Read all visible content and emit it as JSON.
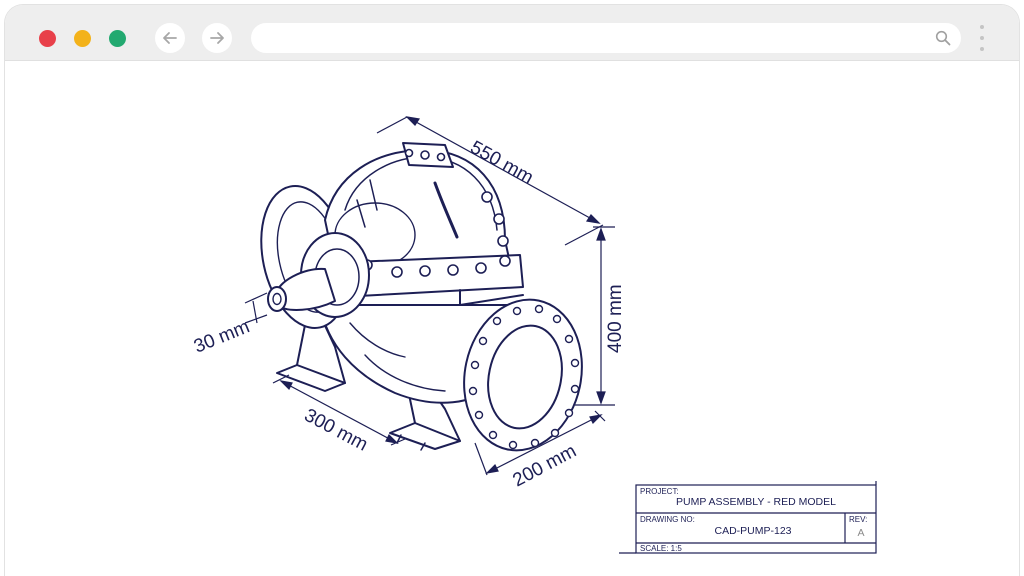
{
  "browser": {
    "colors": {
      "close": "#e8404a",
      "minimize": "#f3b21a",
      "maximize": "#22a970"
    },
    "icons": [
      "back-arrow-icon",
      "forward-arrow-icon",
      "search-icon",
      "kebab-menu-icon"
    ]
  },
  "drawing": {
    "dimensions": {
      "length": "550 mm",
      "height": "400 mm",
      "shaft": "30 mm",
      "base": "300 mm",
      "flange": "200 mm"
    },
    "title_block": {
      "project_label": "PROJECT:",
      "project": "PUMP ASSEMBLY - RED MODEL",
      "drawing_no_label": "DRAWING NO:",
      "drawing_no": "CAD-PUMP-123",
      "rev_label": "REV:",
      "rev": "A",
      "scale": "SCALE: 1:5"
    },
    "ink_color": "#1d1f55"
  }
}
